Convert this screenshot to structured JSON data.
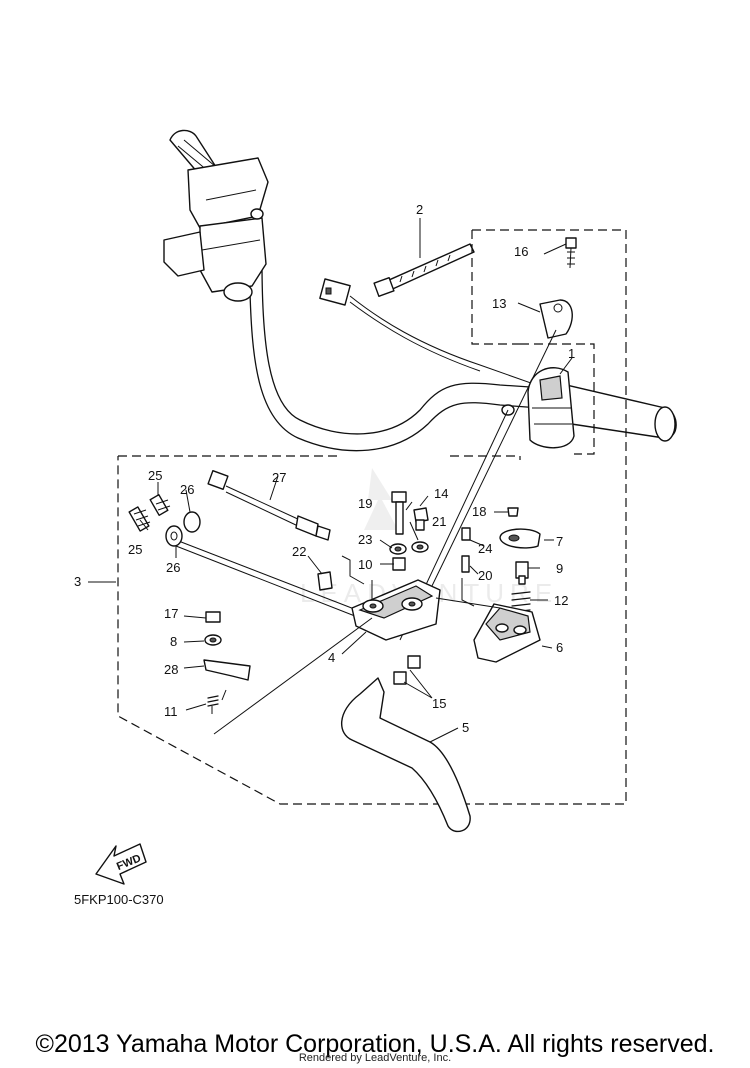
{
  "diagram": {
    "part_labels": [
      "1",
      "2",
      "3",
      "4",
      "5",
      "6",
      "7",
      "8",
      "9",
      "10",
      "11",
      "12",
      "13",
      "14",
      "15",
      "16",
      "17",
      "18",
      "19",
      "20",
      "21",
      "22",
      "23",
      "24",
      "25",
      "25",
      "26",
      "26",
      "27",
      "28"
    ],
    "diagram_code": "5FKP100-C370",
    "fwd_label": "FWD",
    "watermark": "LEADVENTURE"
  },
  "footer": {
    "copyright": "©2013 Yamaha Motor Corporation, U.S.A. All rights reserved.",
    "rendered_by": "Rendered by LeadVenture, Inc."
  }
}
